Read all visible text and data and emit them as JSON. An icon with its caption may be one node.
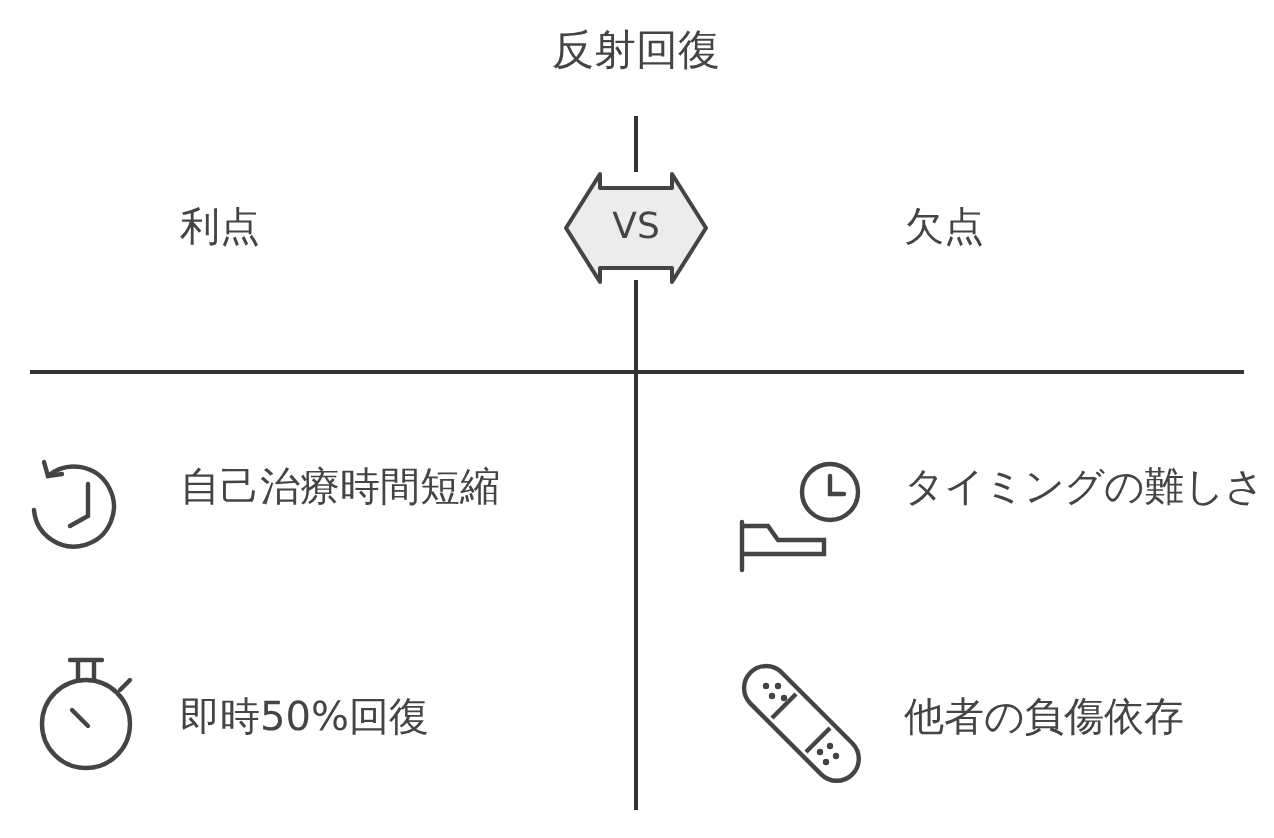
{
  "diagram": {
    "title": "反射回復",
    "nodes": [
      {
        "text": [
          "VS"
        ]
      }
    ],
    "edges": [],
    "labels": [
      "利点",
      "欠点",
      "自己治療時間短縮",
      "タイミングの難しさ",
      "即時50%回復",
      "他者の負傷依存"
    ]
  }
}
